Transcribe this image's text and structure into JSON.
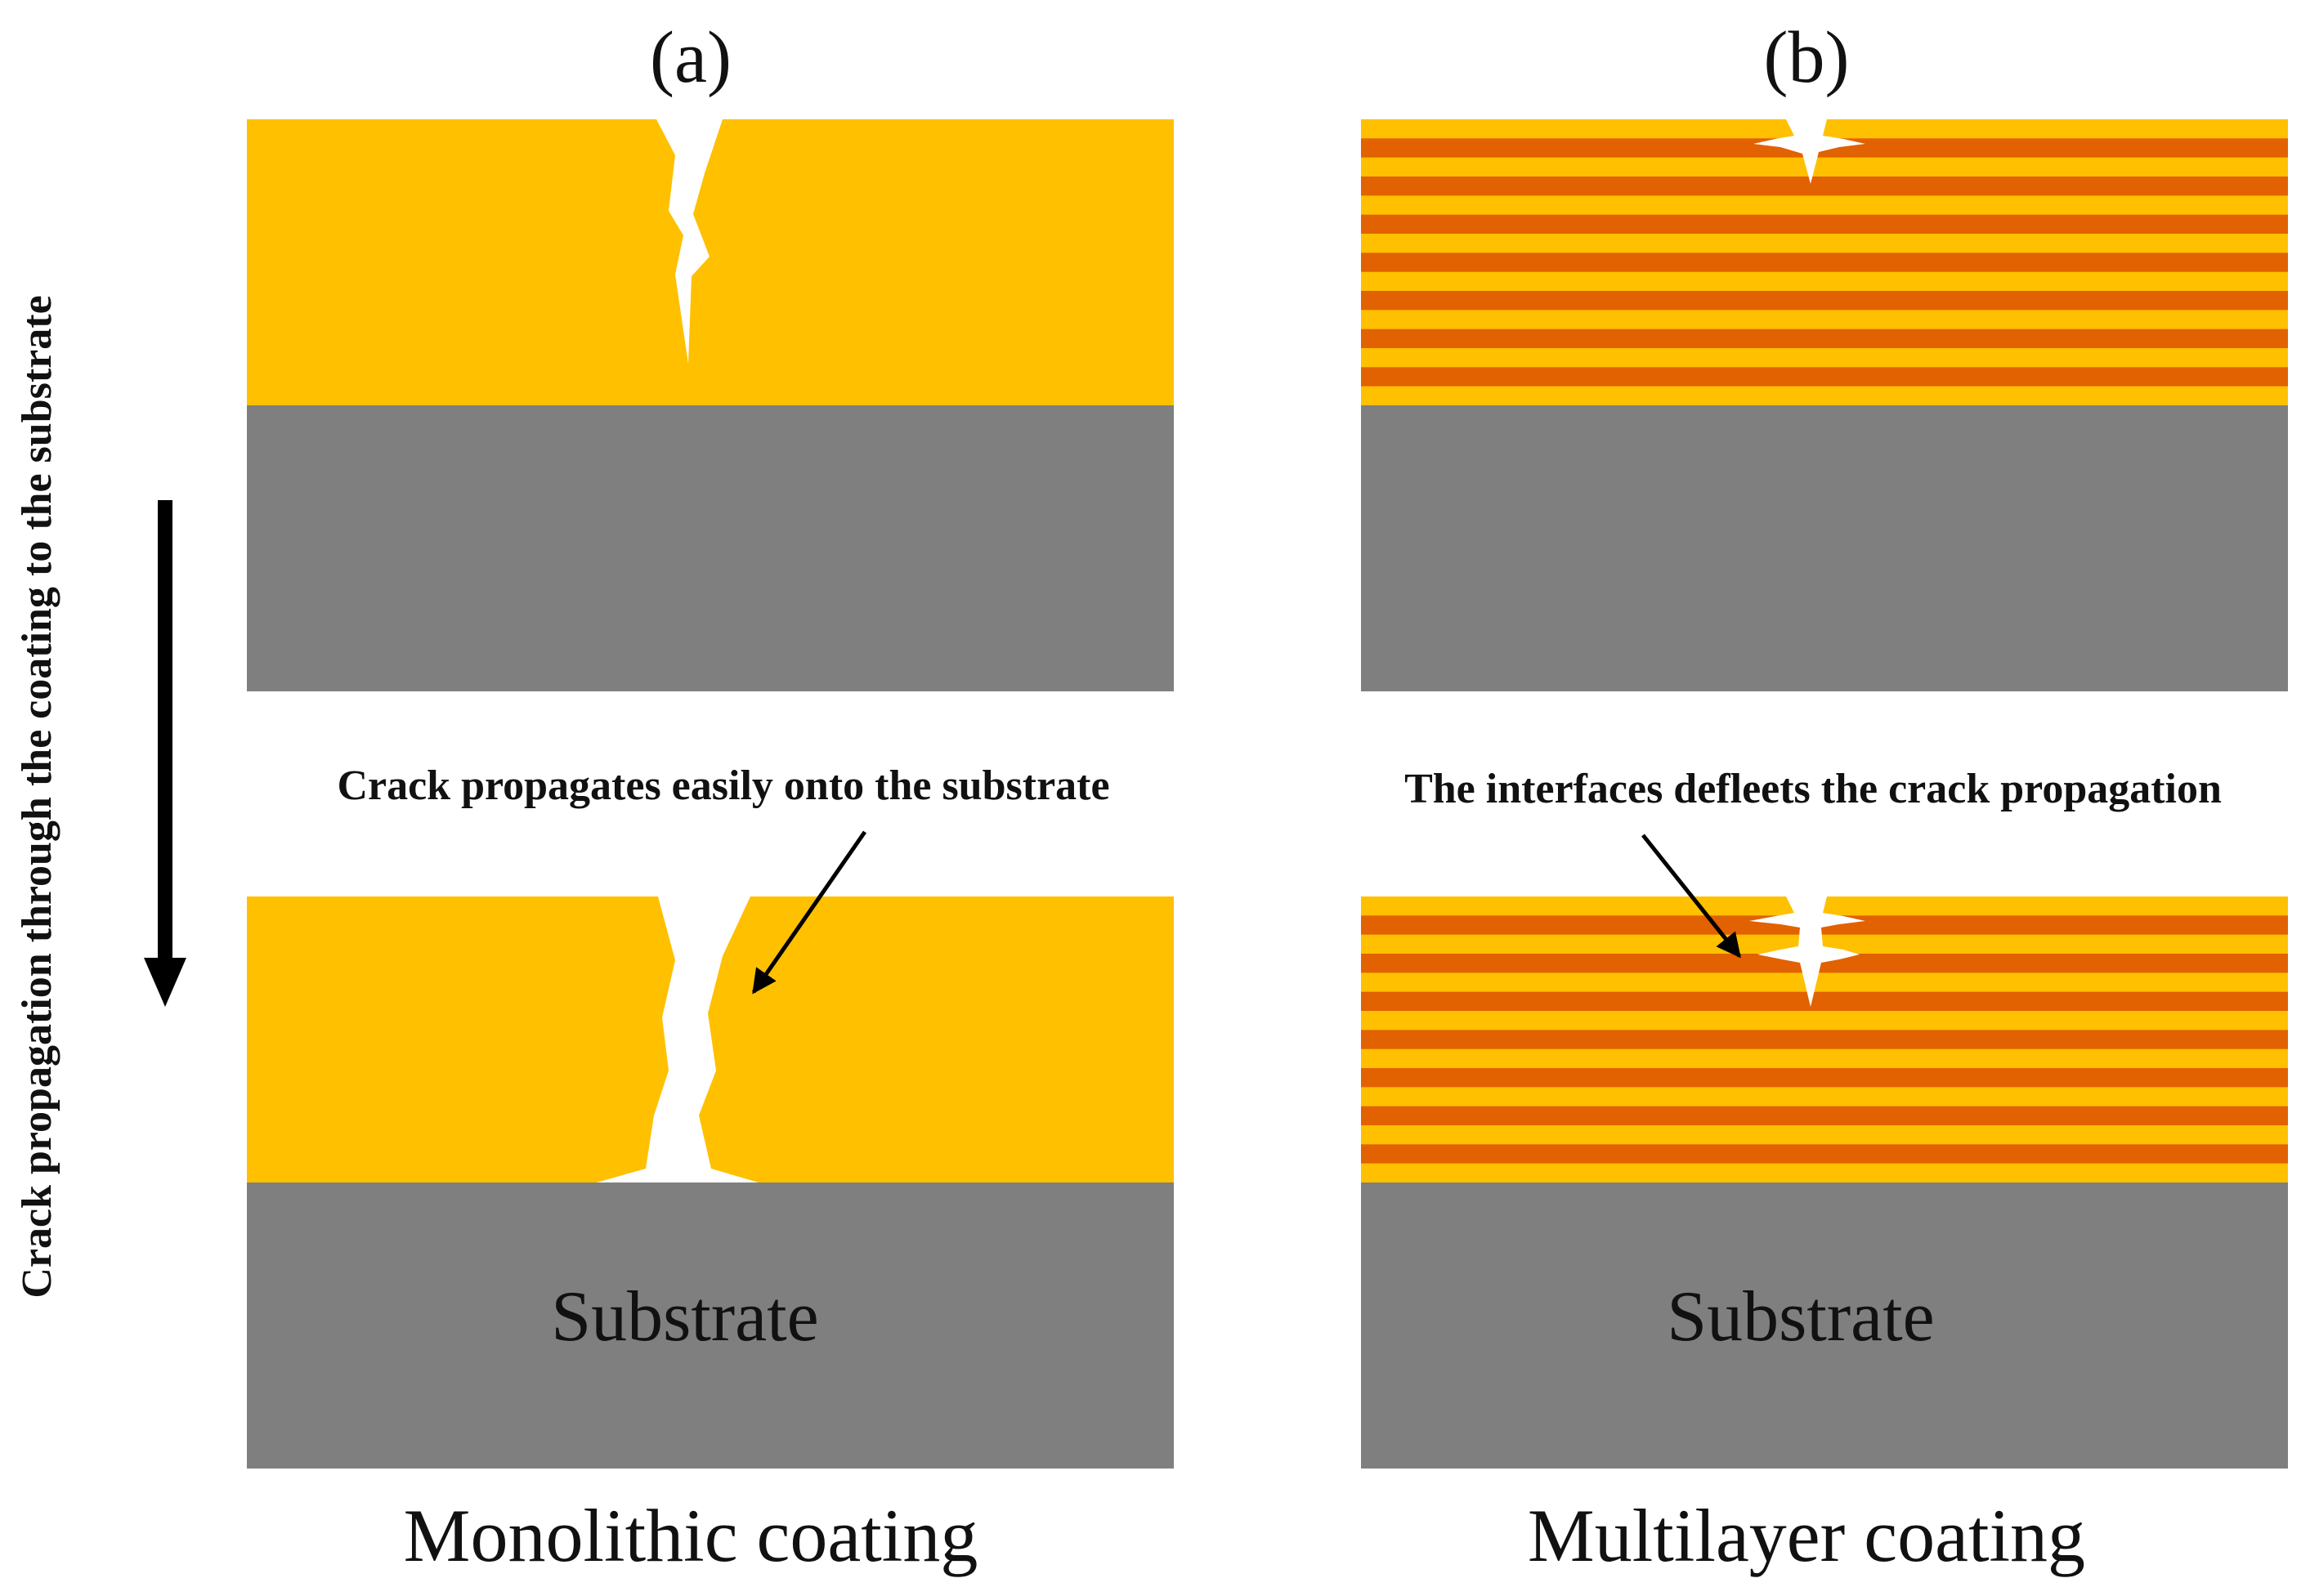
{
  "panels": {
    "a": {
      "label": "(a)",
      "caption": "Monolithic coating",
      "annotation": "Crack propagates easily onto the substrate",
      "substrate_label": "Substrate"
    },
    "b": {
      "label": "(b)",
      "caption": "Multilayer coating",
      "annotation": "The interfaces defleets the crack propagation",
      "substrate_label": "Substrate"
    }
  },
  "side_label": "Crack propagation through the coating to the substrate",
  "colors": {
    "coating": "#FFC000",
    "interlayer": "#E26100",
    "substrate": "#7F7F7F",
    "crack": "#FFFFFF",
    "arrow": "#000000"
  },
  "multilayer": {
    "dark_layer_count": 7
  }
}
